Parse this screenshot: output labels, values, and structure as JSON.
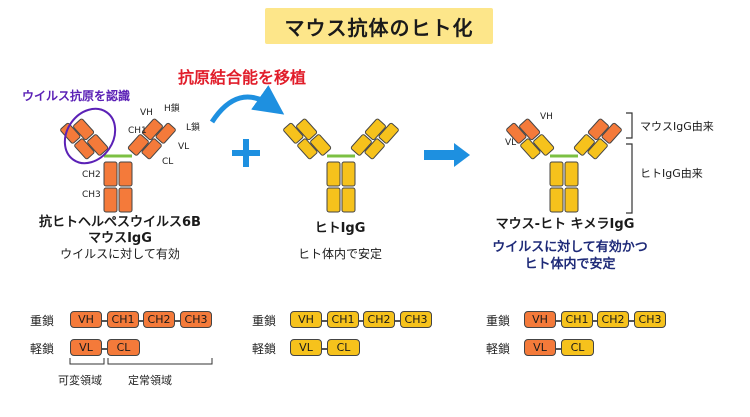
{
  "title": "マウス抗体のヒト化",
  "graft_label": "抗原結合能を移植",
  "antigen_label": "ウイルス抗原を認識",
  "colors": {
    "mouse": "#f47a3a",
    "human": "#f6c21c",
    "arrow": "#1e90e0",
    "red": "#e11d2a",
    "purple": "#5b21b6",
    "navy": "#1e2a78"
  },
  "mouse_ab": {
    "labels": {
      "vh": "VH",
      "h_chain": "H鎖",
      "ch1": "CH1",
      "l_chain": "L鎖",
      "vl": "VL",
      "cl": "CL",
      "ch2": "CH2",
      "ch3": "CH3"
    },
    "name_line1": "抗ヒトヘルペスウイルス6B",
    "name_line2": "マウスIgG",
    "desc": "ウイルスに対して有効"
  },
  "plus": "+",
  "human_ab": {
    "name": "ヒトIgG",
    "desc": "ヒト体内で安定"
  },
  "chimera_ab": {
    "labels": {
      "vh": "VH",
      "vl": "VL"
    },
    "mouse_origin": "マウスIgG由来",
    "human_origin": "ヒトIgG由来",
    "name": "マウス-ヒト キメラIgG",
    "desc_line1": "ウイルスに対して有効かつ",
    "desc_line2": "ヒト体内で安定"
  },
  "chains": {
    "heavy_label": "重鎖",
    "light_label": "軽鎖",
    "heavy_segments": [
      "VH",
      "CH1",
      "CH2",
      "CH3"
    ],
    "light_segments": [
      "VL",
      "CL"
    ],
    "variable_region": "可変領域",
    "constant_region": "定常領域"
  }
}
